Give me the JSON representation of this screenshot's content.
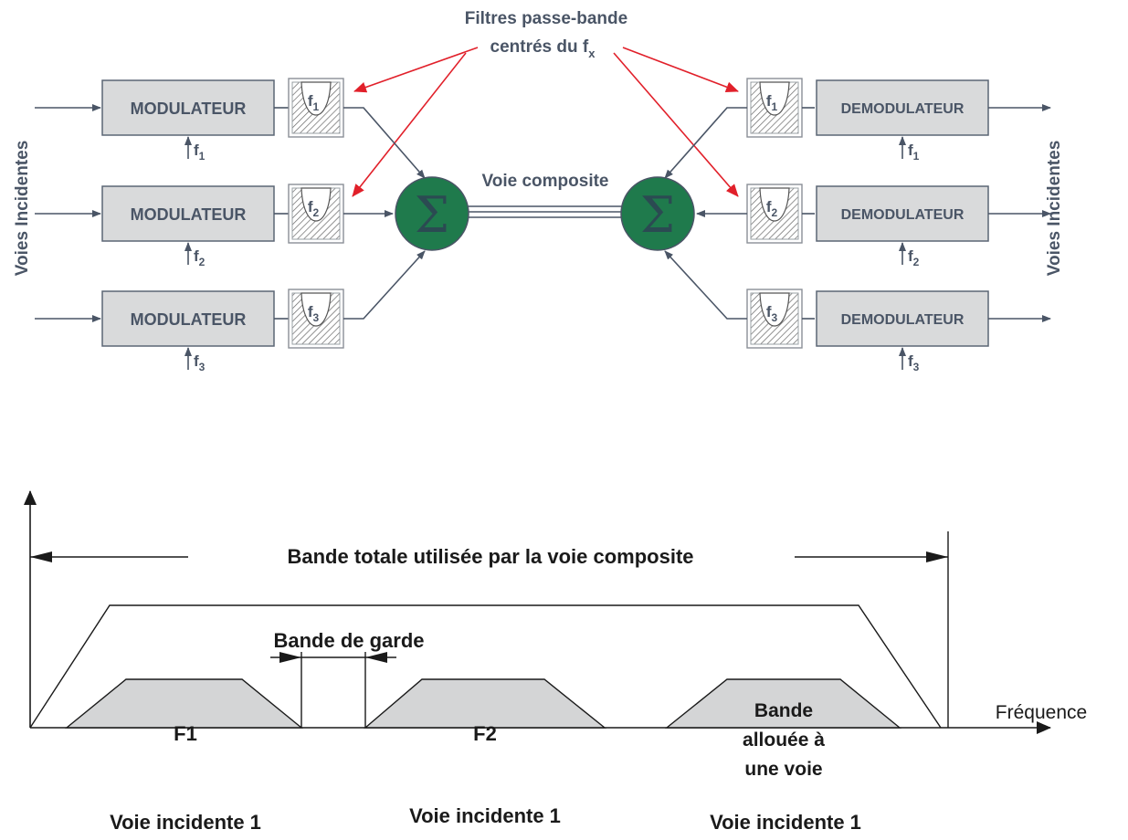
{
  "top": {
    "filter_note_line1": "Filtres passe-bande",
    "filter_note_line2": "centrés du f",
    "filter_note_sub": "x",
    "side_label": "Voies Incidentes",
    "modulator_label": "MODULATEUR",
    "demodulator_label": "DEMODULATEUR",
    "composite_label": "Voie composite",
    "sum_symbol": "Σ",
    "freq_letter": "f",
    "channels": [
      {
        "sub": "1"
      },
      {
        "sub": "2"
      },
      {
        "sub": "3"
      }
    ]
  },
  "bottom": {
    "total_band_label": "Bande totale utilisée par la voie composite",
    "guard_band_label": "Bande de garde",
    "band1_label": "F1",
    "band2_label": "F2",
    "band3_lines": [
      "Bande",
      "allouée à",
      "une voie"
    ],
    "axis_label": "Fréquence",
    "channel_labels": [
      "Voie incidente 1",
      "Voie incidente 1",
      "Voie incidente 1"
    ]
  },
  "colors": {
    "box_fill": "#d9dadb",
    "box_stroke": "#5b6675",
    "text": "#4a5566",
    "sum_fill": "#1f7a4c",
    "annotation_arrow": "#e1202a",
    "band_fill": "#d4d5d6"
  }
}
